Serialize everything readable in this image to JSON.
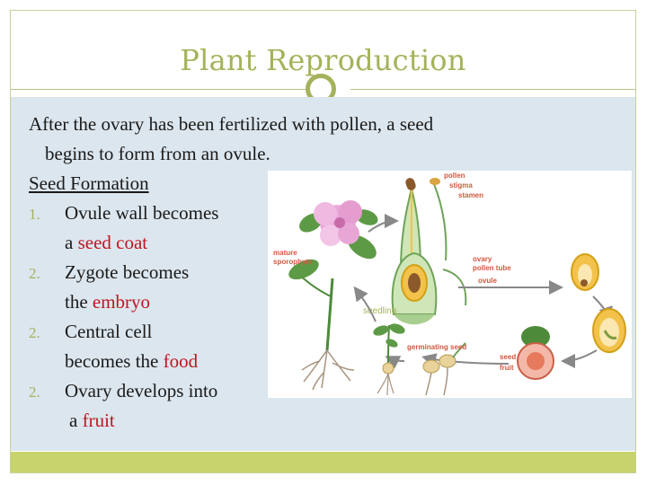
{
  "slide": {
    "title": "Plant Reproduction",
    "intro_line1": "After the ovary has been fertilized with pollen, a seed",
    "intro_line2": "begins to form from an ovule.",
    "section_heading": "Seed Formation",
    "items": [
      {
        "number": "1.",
        "lead": "Ovule wall becomes",
        "pre": "a ",
        "highlight": "seed coat",
        "post": ""
      },
      {
        "number": "2.",
        "lead": "Zygote becomes",
        "pre": "the ",
        "highlight": "embryo",
        "post": ""
      },
      {
        "number": "2.",
        "lead": "Central cell",
        "pre": "becomes the ",
        "highlight": "food",
        "post": ""
      },
      {
        "number": "2.",
        "lead": "Ovary develops into",
        "pre": "a ",
        "highlight": "fruit",
        "post": ""
      }
    ]
  },
  "diagram": {
    "labels": {
      "pollen": "pollen",
      "stigma": "stigma",
      "stamen": "stamen",
      "mature1": "mature",
      "mature2": "sporophyte",
      "ovary": "ovary",
      "pollen_tube": "pollen tube",
      "ovule": "ovule",
      "seedling": "seedling",
      "germinating_seed": "germinating seed",
      "seed": "seed",
      "fruit": "fruit"
    }
  },
  "colors": {
    "accent": "#a6b25a",
    "highlight": "#c0151f",
    "content_bg": "#dce6ee",
    "footer": "#c7d36d"
  }
}
